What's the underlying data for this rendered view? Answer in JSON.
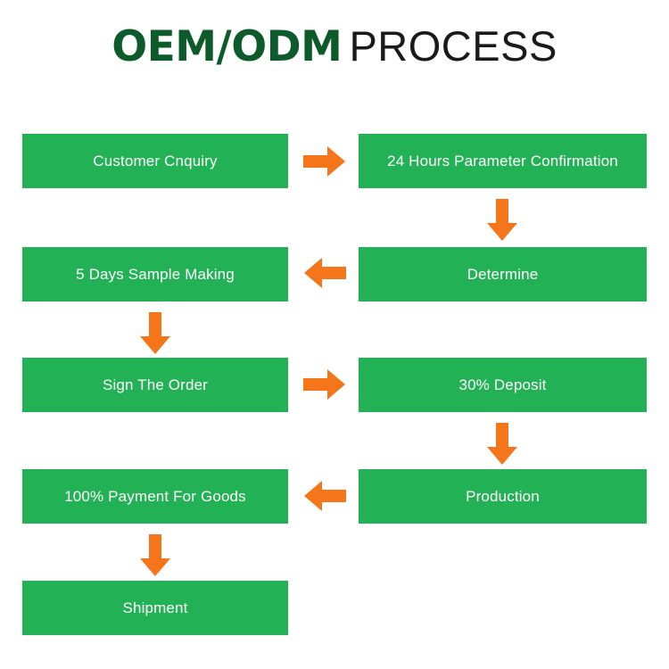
{
  "title": {
    "primary": "OEM/ODM",
    "secondary": "PROCESS"
  },
  "colors": {
    "box_green": "#22b155",
    "title_green": "#0d5b2a",
    "arrow_orange": "#f5761a",
    "title_black": "#1a1a1a",
    "box_text": "#ffffff",
    "background": "#ffffff"
  },
  "flow": {
    "steps": [
      {
        "id": "customer-enquiry",
        "label": "Customer Cnquiry",
        "column": "left",
        "row": 1
      },
      {
        "id": "parameter-confirmation",
        "label": "24 Hours Parameter Confirmation",
        "column": "right",
        "row": 1
      },
      {
        "id": "determine",
        "label": "Determine",
        "column": "right",
        "row": 2
      },
      {
        "id": "sample-making",
        "label": "5 Days Sample Making",
        "column": "left",
        "row": 2
      },
      {
        "id": "sign-the-order",
        "label": "Sign The Order",
        "column": "left",
        "row": 3
      },
      {
        "id": "deposit",
        "label": "30% Deposit",
        "column": "right",
        "row": 3
      },
      {
        "id": "production",
        "label": "Production",
        "column": "right",
        "row": 4
      },
      {
        "id": "payment-for-goods",
        "label": "100% Payment For Goods",
        "column": "left",
        "row": 4
      },
      {
        "id": "shipment",
        "label": "Shipment",
        "column": "left",
        "row": 5
      }
    ],
    "connectors": [
      {
        "id": "arrow-enquiry-to-confirmation",
        "direction": "right",
        "icon": "arrow-right-icon"
      },
      {
        "id": "arrow-confirmation-to-determine",
        "direction": "down",
        "icon": "arrow-down-icon"
      },
      {
        "id": "arrow-determine-to-sample",
        "direction": "left",
        "icon": "arrow-left-icon"
      },
      {
        "id": "arrow-sample-to-order",
        "direction": "down",
        "icon": "arrow-down-icon"
      },
      {
        "id": "arrow-order-to-deposit",
        "direction": "right",
        "icon": "arrow-right-icon"
      },
      {
        "id": "arrow-deposit-to-production",
        "direction": "down",
        "icon": "arrow-down-icon"
      },
      {
        "id": "arrow-production-to-payment",
        "direction": "left",
        "icon": "arrow-left-icon"
      },
      {
        "id": "arrow-payment-to-shipment",
        "direction": "down",
        "icon": "arrow-down-icon"
      }
    ]
  }
}
